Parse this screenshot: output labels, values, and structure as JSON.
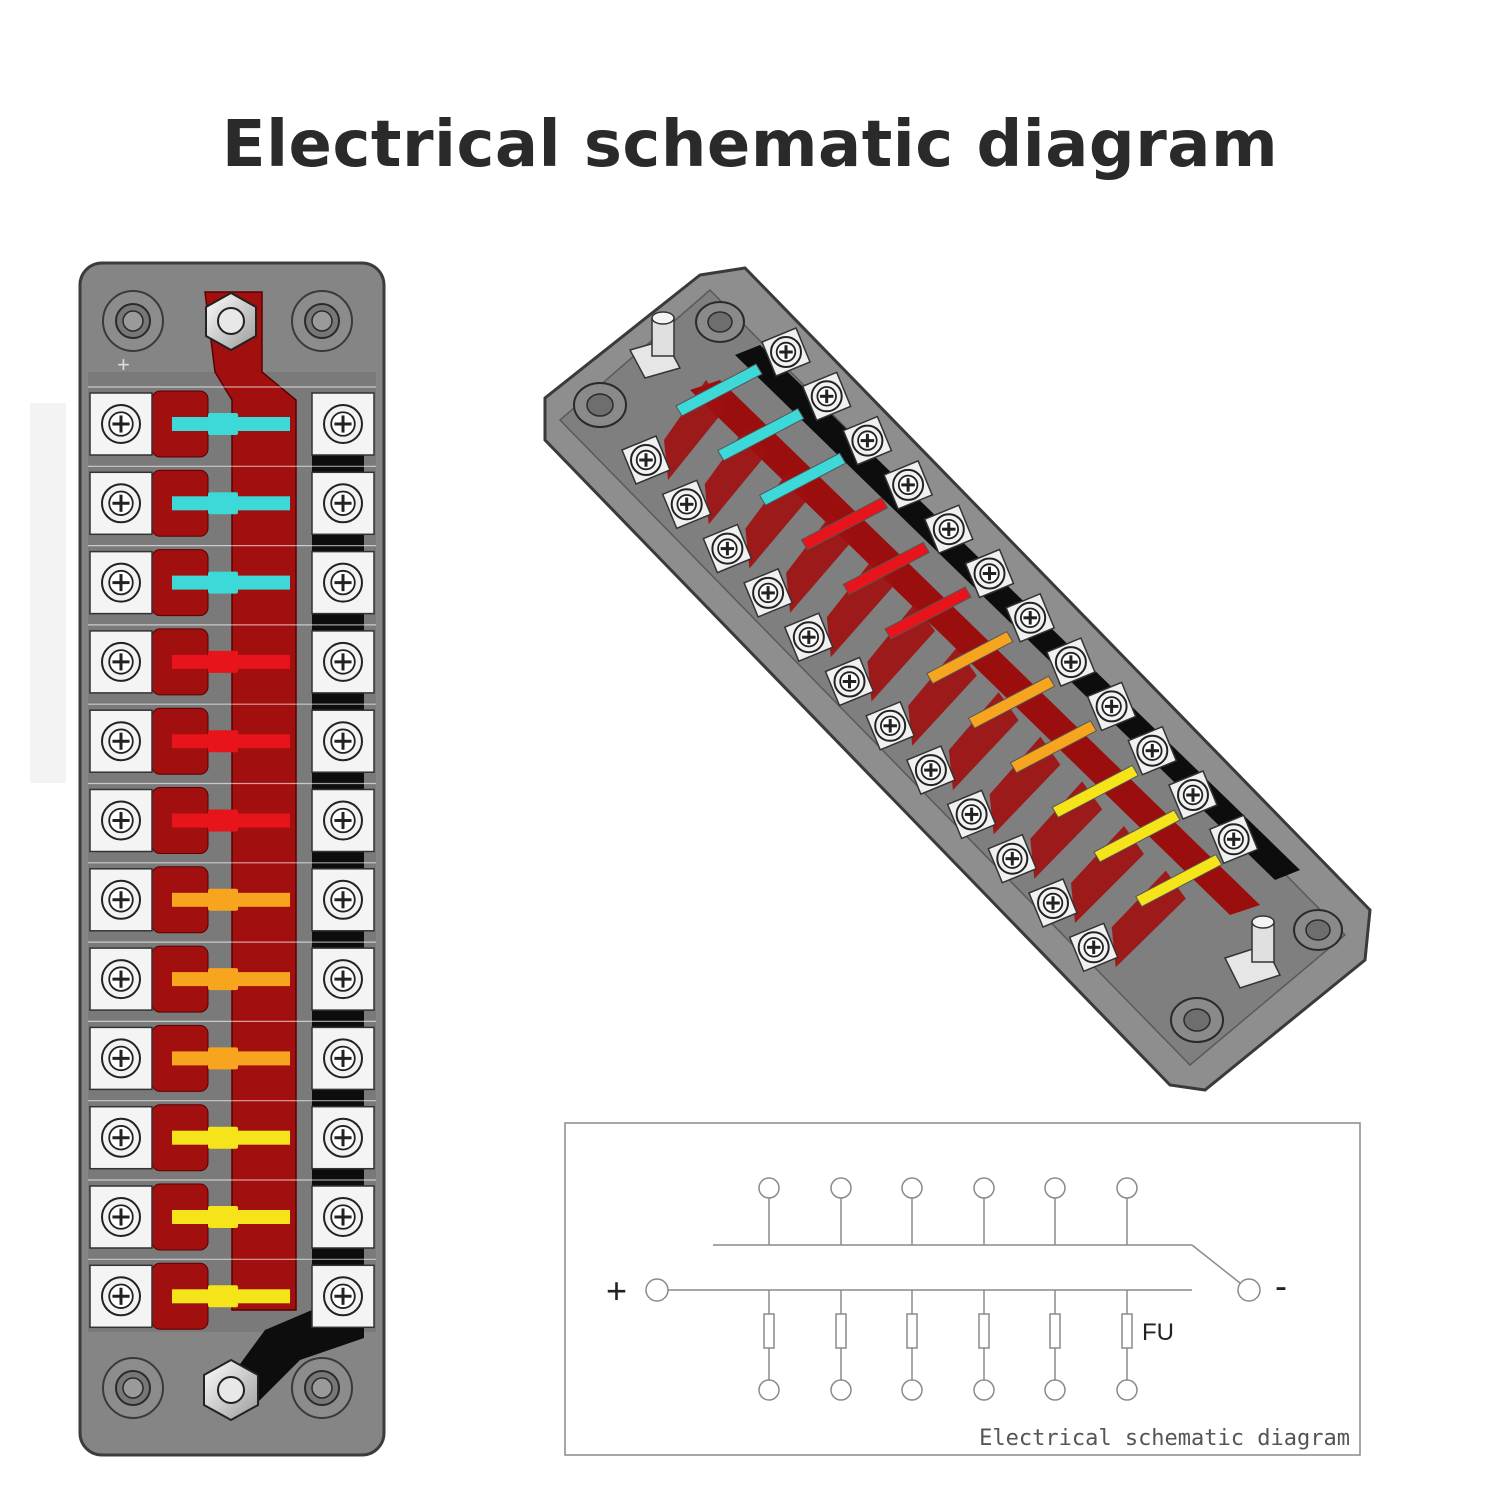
{
  "title": "Electrical schematic diagram",
  "colors": {
    "housing": "#808080",
    "housing_edge": "#4a4a4a",
    "busbar_red": "#a10f0f",
    "busbar_black": "#0d0d0d",
    "terminal_white": "#f4f4f4"
  },
  "fuse_colors": [
    "#3dd8d8",
    "#3dd8d8",
    "#3dd8d8",
    "#e8141b",
    "#e8141b",
    "#e8141b",
    "#f7a41e",
    "#f7a41e",
    "#f7a41e",
    "#f5e41a",
    "#f5e41a",
    "#f5e41a"
  ],
  "top_view": {
    "polarity_mark": "+"
  },
  "schematic": {
    "plus_label": "+",
    "minus_label": "-",
    "fuse_label": "FU",
    "caption": "Electrical schematic diagram"
  }
}
